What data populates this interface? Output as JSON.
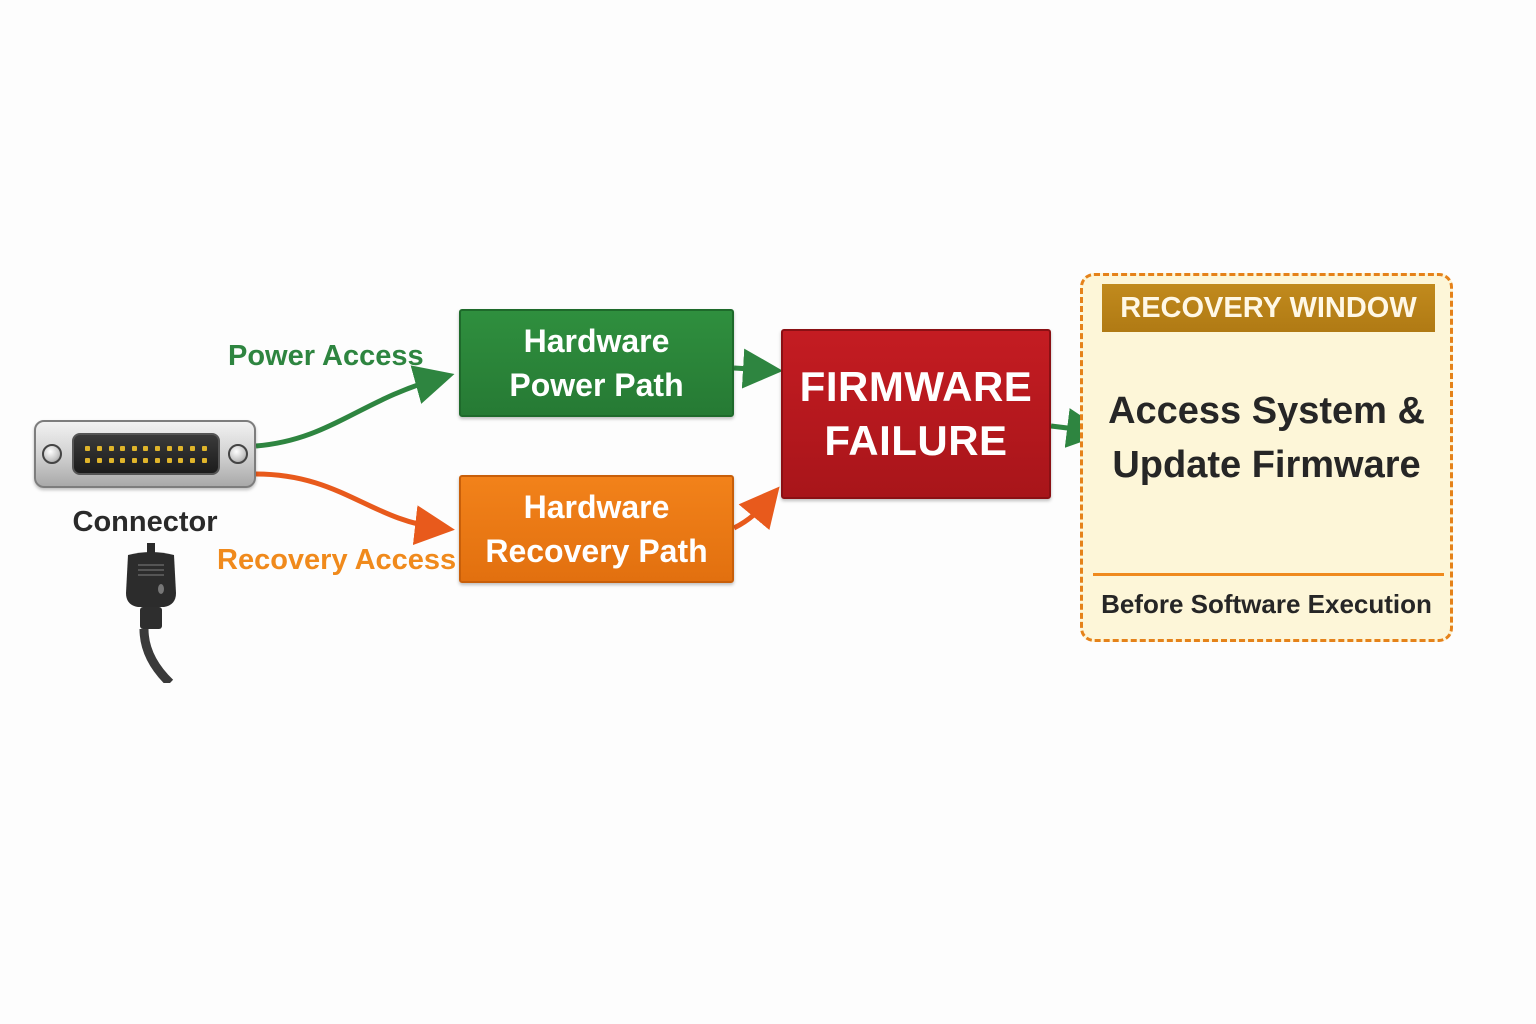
{
  "diagram": {
    "connector": {
      "label": "Connector",
      "icon": "db-connector-icon"
    },
    "plug": {
      "icon": "power-plug-icon"
    },
    "power_access_label": "Power Access",
    "recovery_access_label": "Recovery Access",
    "boxes": {
      "power_path": {
        "line1": "Hardware",
        "line2": "Power Path"
      },
      "recovery_path": {
        "line1": "Hardware",
        "line2": "Recovery Path"
      },
      "firmware_failure": {
        "line1": "FIRMWARE",
        "line2": "FAILURE"
      }
    },
    "recovery_window": {
      "header": "RECOVERY WINDOW",
      "body_line1": "Access System &",
      "body_line2": "Update Firmware",
      "footer": "Before Software Execution"
    },
    "colors": {
      "green": "#2e8540",
      "orange": "#f08a1c",
      "red": "#b3181e",
      "gold": "#b8801a",
      "window_bg": "#fdf6d8"
    }
  }
}
